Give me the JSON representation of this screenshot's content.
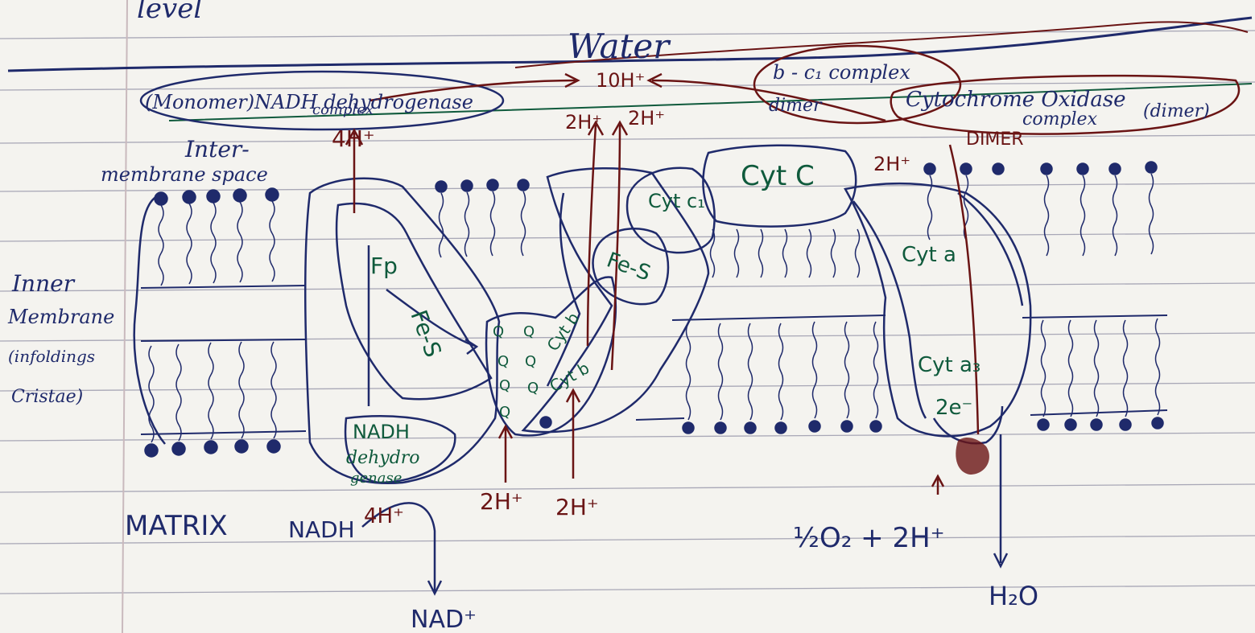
{
  "labels": {
    "top_left": "level",
    "water": "Water",
    "nadh_complex_line1": "(Monomer)NADH dehydrogenase",
    "nadh_complex_line2": "complex",
    "ten_h": "10H⁺",
    "bc1_line1": "b - c₁ complex",
    "bc1_line2": "dimer",
    "cyt_oxidase_line1": "Cytochrome Oxidase",
    "cyt_oxidase_line2": "complex",
    "cyt_oxidase_dimer": "(dimer)",
    "cyt_oxidase_dimer_caps": "DIMER",
    "four_h_top": "4H⁺",
    "two_h_top_a": "2H⁺",
    "two_h_top_b": "2H⁺",
    "two_h_top_c": "2H⁺",
    "intermembrane_line1": "Inter-",
    "intermembrane_line2": "membrane space",
    "inner_membrane_line1": "Inner",
    "inner_membrane_line2": "Membrane",
    "inner_membrane_line3": "(infoldings",
    "inner_membrane_line4": "Cristae)",
    "fp": "Fp",
    "fe_s_1": "Fe-S",
    "fe_s_2": "Fe-S",
    "q1": "Q",
    "q2": "Q",
    "q3": "Q",
    "q4": "Q",
    "q5": "Q",
    "q6": "Q",
    "q7": "Q",
    "cyt_b_1": "Cyt b",
    "cyt_b_2": "Cyt b",
    "cyt_c1": "Cyt c₁",
    "cyt_c": "Cyt C",
    "cyt_a": "Cyt a",
    "cyt_a3": "Cyt a₃",
    "two_e": "2e⁻",
    "nadh_dehydrogenase_line1": "NADH",
    "nadh_dehydrogenase_line2": "dehydro",
    "nadh_dehydrogenase_line3": "genase",
    "matrix": "MATRIX",
    "nadh": "NADH",
    "four_h_bottom": "4H⁺",
    "nad_plus": "NAD⁺",
    "two_h_bottom_a": "2H⁺",
    "two_h_bottom_b": "2H⁺",
    "half_o2": "½O₂ + 2H⁺",
    "h2o": "H₂O"
  },
  "colors": {
    "paper": "#f4f3ef",
    "rule_line": "#a8a7b6",
    "margin_line": "#c9b9bd",
    "blue_ink": "#1f2a6b",
    "green_ink": "#0f5a3c",
    "maroon_ink": "#6a1414"
  }
}
